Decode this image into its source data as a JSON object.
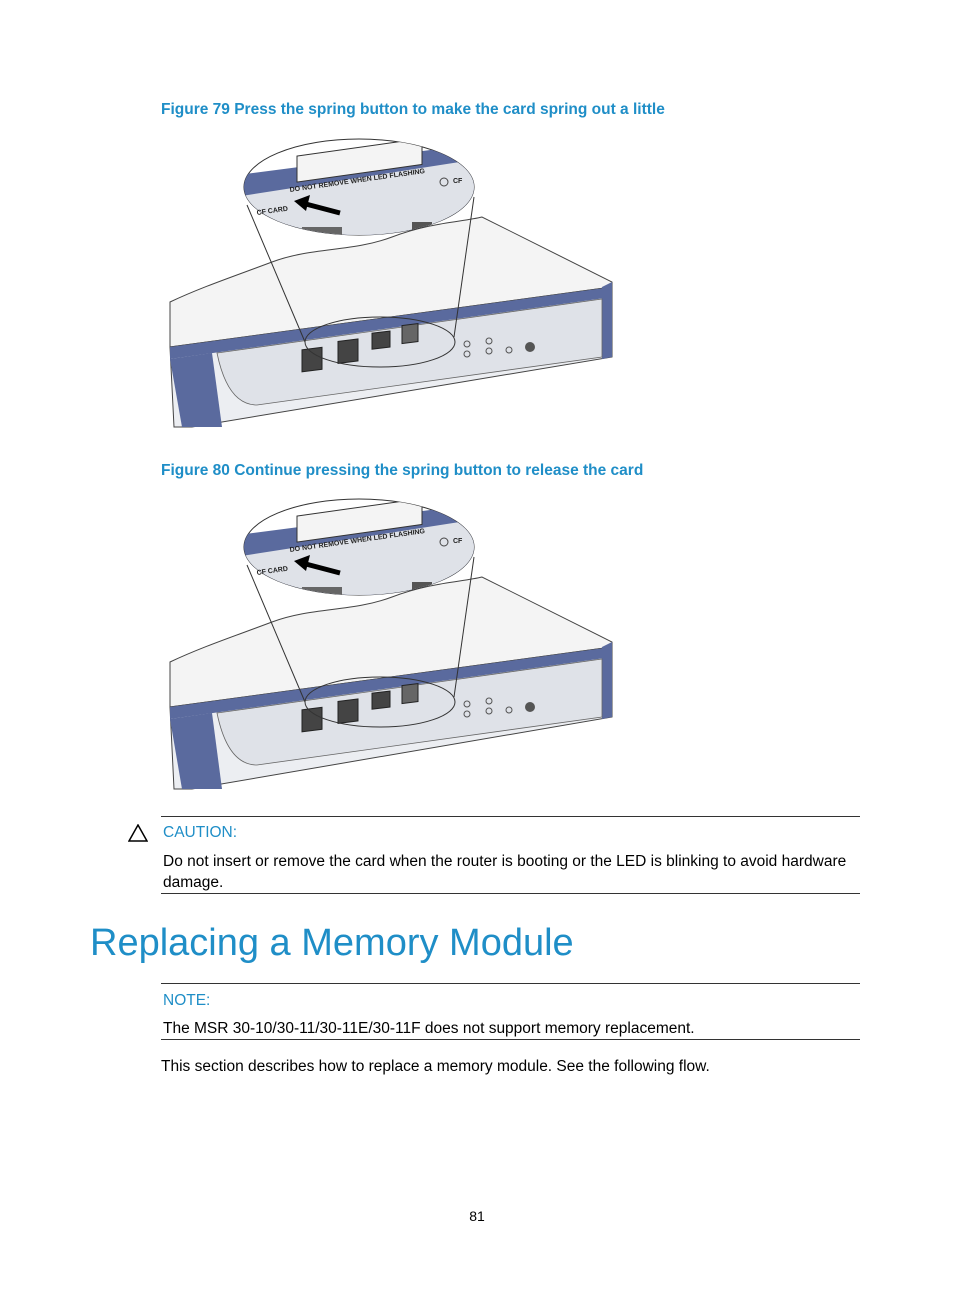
{
  "figure79": {
    "caption": "Figure 79 Press the spring button to make the card spring out a little",
    "panel_warning": "DO NOT REMOVE WHEN LED FLASHING",
    "cf_card_label": "CF CARD",
    "cf_led_label": "CF"
  },
  "figure80": {
    "caption": "Figure 80 Continue pressing the spring button to release the card",
    "panel_warning": "DO NOT REMOVE WHEN LED FLASHING",
    "cf_card_label": "CF CARD",
    "cf_led_label": "CF"
  },
  "caution": {
    "label": "CAUTION:",
    "text": "Do not insert or remove the card when the router is booting or the LED is blinking to avoid hardware damage."
  },
  "section": {
    "title": "Replacing a Memory Module"
  },
  "note": {
    "label": "NOTE:",
    "text": "The MSR 30-10/30-11/30-11E/30-11F does not support memory replacement."
  },
  "paragraph": "This section describes how to replace a memory module. See the following flow.",
  "page_number": "81",
  "colors": {
    "accent": "#1f8ec7",
    "chassis_blue": "#5a6a9e"
  }
}
